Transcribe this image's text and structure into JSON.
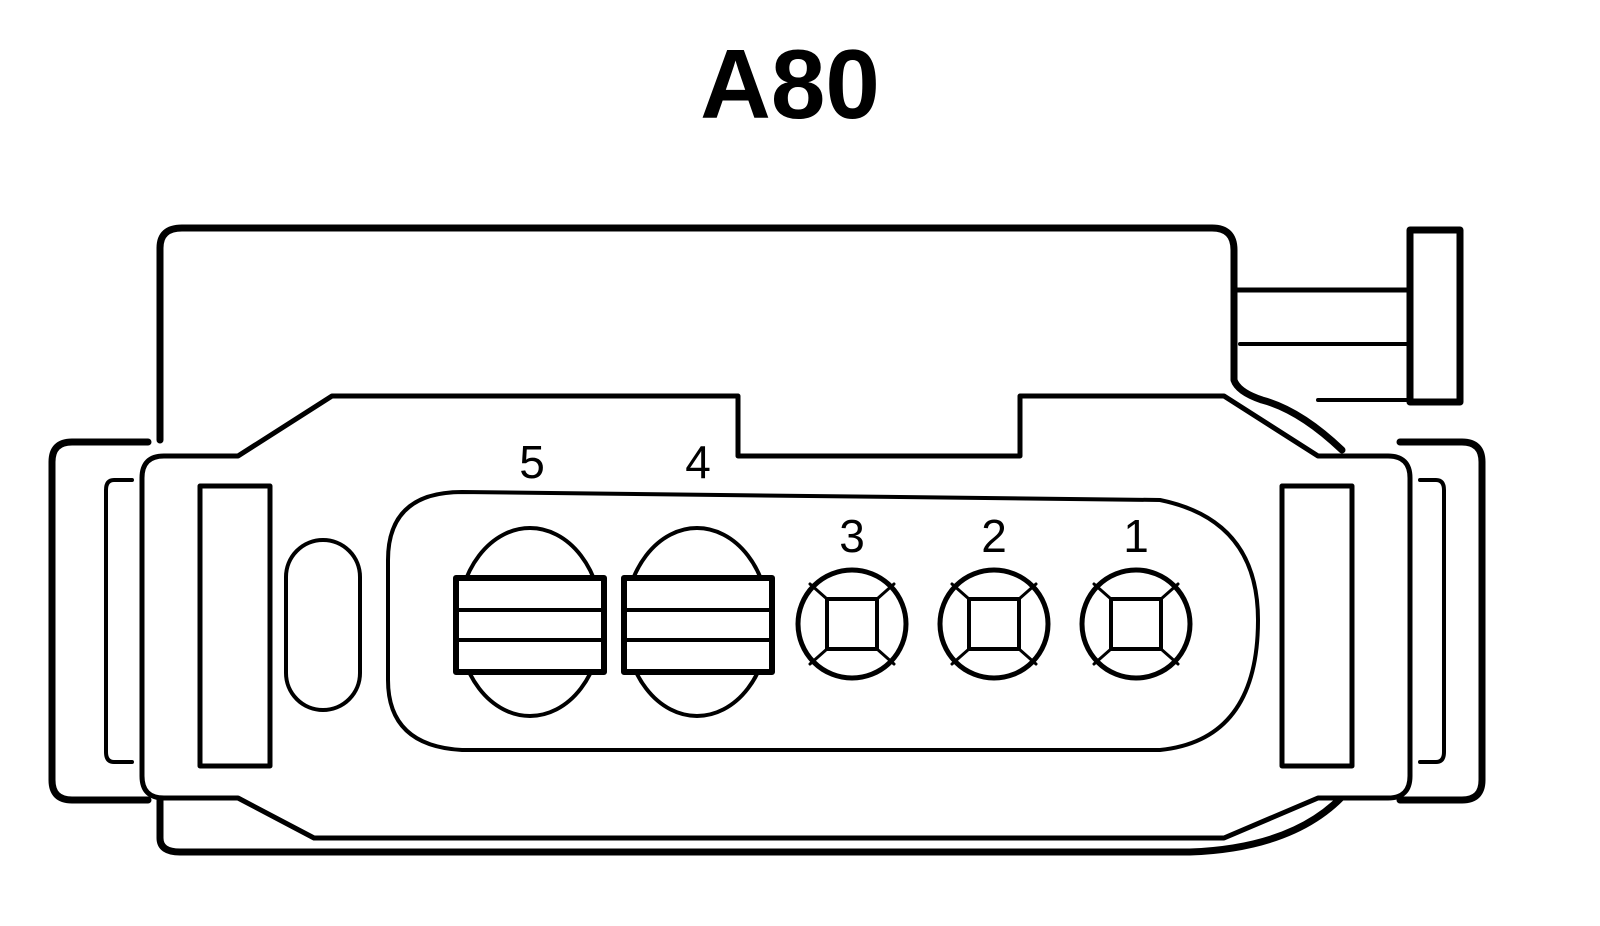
{
  "connector": {
    "title": "A80",
    "pins": [
      {
        "number": "5",
        "type": "large"
      },
      {
        "number": "4",
        "type": "large"
      },
      {
        "number": "3",
        "type": "small"
      },
      {
        "number": "2",
        "type": "small"
      },
      {
        "number": "1",
        "type": "small"
      }
    ]
  },
  "colors": {
    "line": "#000000",
    "background": "#ffffff"
  }
}
